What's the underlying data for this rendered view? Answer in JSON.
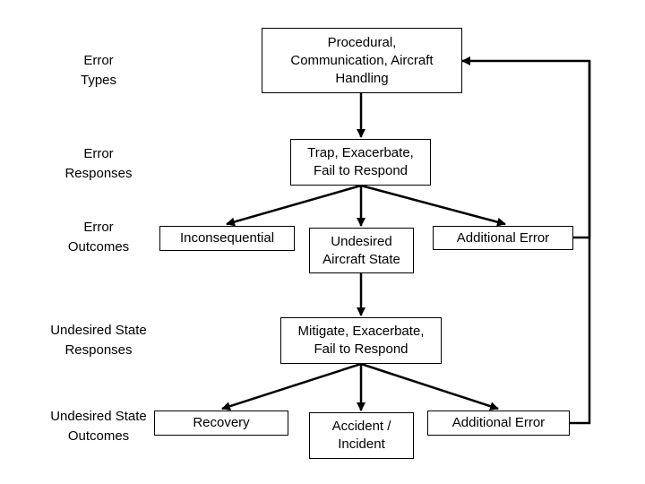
{
  "diagram": {
    "row_labels": {
      "error_types": "Error\nTypes",
      "error_responses": "Error\nResponses",
      "error_outcomes": "Error\nOutcomes",
      "undesired_state_responses": "Undesired State\nResponses",
      "undesired_state_outcomes": "Undesired State\nOutcomes"
    },
    "nodes": {
      "error_types_box": "Procedural,\nCommunication, Aircraft\nHandling",
      "error_responses_box": "Trap, Exacerbate,\nFail to Respond",
      "inconsequential": "Inconsequential",
      "undesired_aircraft_state": "Undesired\nAircraft State",
      "additional_error_1": "Additional Error",
      "undesired_state_responses_box": "Mitigate, Exacerbate,\nFail to Respond",
      "recovery": "Recovery",
      "accident_incident": "Accident /\nIncident",
      "additional_error_2": "Additional Error"
    },
    "line_color": "#000000"
  }
}
